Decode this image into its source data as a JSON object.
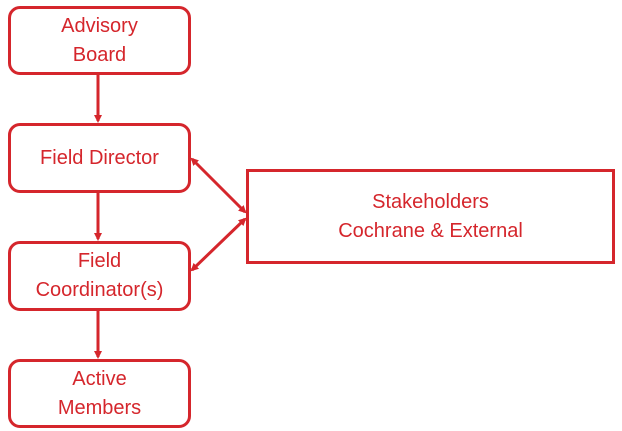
{
  "nodes": {
    "advisory_board": "Advisory\nBoard",
    "field_director": "Field Director",
    "field_coordinator": "Field\nCoordinator(s)",
    "active_members": "Active\nMembers",
    "stakeholders": "Stakeholders\nCochrane & External"
  },
  "colors": {
    "accent": "#d5262c"
  }
}
